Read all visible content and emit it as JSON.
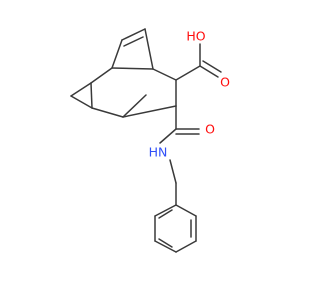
{
  "molecule": {
    "labels": {
      "hydroxyl": "HO",
      "acid_carbonyl_o": "O",
      "amide_carbonyl_o": "O",
      "amide_nh": "HN"
    }
  },
  "colors": {
    "background": "#ffffff",
    "bond": "#3a3a3a",
    "oxygen": "#ff0d0d",
    "nitrogen": "#3050f8"
  }
}
